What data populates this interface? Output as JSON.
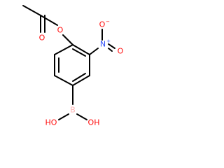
{
  "molecule": {
    "atoms": {
      "ester_o": "O",
      "carbonyl_o": "O",
      "nitro_n": "N",
      "nitro_n_charge": "+",
      "nitro_o1": "O",
      "nitro_o1_charge": "−",
      "nitro_o2": "O",
      "boron": "B",
      "oh_left": "HO",
      "oh_right": "OH"
    },
    "colors": {
      "bond": "#000000",
      "oxygen": "#ff0d0d",
      "nitrogen": "#3050f8",
      "boron": "#ffb5b5",
      "carbon_label": "#000000"
    }
  }
}
